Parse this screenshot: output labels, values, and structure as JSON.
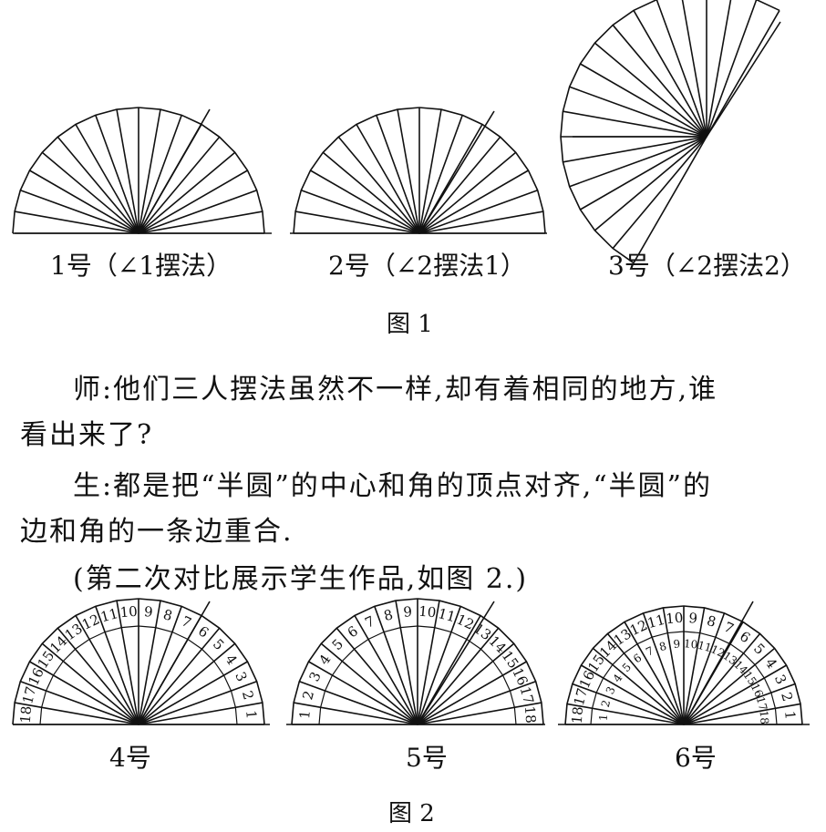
{
  "figure1": {
    "captions": [
      "1号（∠1摆法）",
      "2号（∠2摆法1）",
      "3号（∠2摆法2）"
    ],
    "title": "图 1",
    "sector_count": 18
  },
  "paragraphs": {
    "teacher": [
      "师:他们三人摆法虽然不一样,却有着相同的地方,谁",
      "看出来了?"
    ],
    "student": [
      "生:都是把“半圆”的中心和角的顶点对齐,“半圆”的",
      "边和角的一条边重合."
    ],
    "note": "(第二次对比展示学生作品,如图 2.)"
  },
  "figure2": {
    "labels": [
      "4号",
      "5号",
      "6号"
    ],
    "title": "图 2",
    "scale_numbers": [
      "1",
      "2",
      "3",
      "4",
      "5",
      "6",
      "7",
      "8",
      "9",
      "10",
      "11",
      "12",
      "13",
      "14",
      "15",
      "16",
      "17",
      "18"
    ]
  },
  "colors": {
    "ink": "#111111",
    "paper": "#ffffff"
  }
}
